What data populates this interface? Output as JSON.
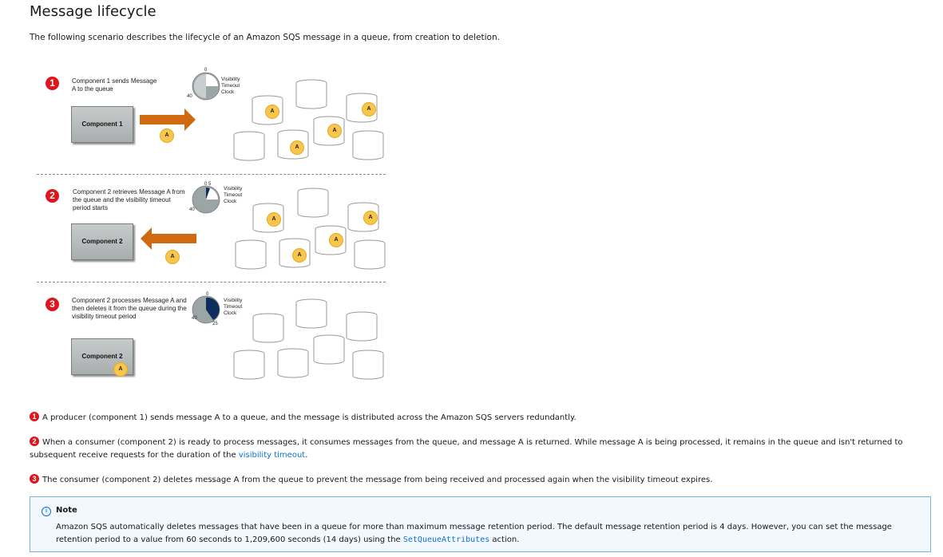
{
  "page": {
    "title": "Message lifecycle",
    "intro": "The following scenario describes the lifecycle of an Amazon SQS message in a queue, from creation to deletion."
  },
  "diagram": {
    "clock_label": "Visibility Timeout Clock",
    "steps": [
      {
        "num": "1",
        "text": "Component 1 sends Message A to the queue",
        "component": "Component 1",
        "arrow": "right",
        "clock": {
          "top": "0",
          "left": "40"
        }
      },
      {
        "num": "2",
        "text": "Component 2 retrieves Message A from the queue and the visibility timeout period starts",
        "component": "Component 2",
        "arrow": "left",
        "clock": {
          "top": "0 5",
          "left": "40"
        }
      },
      {
        "num": "3",
        "text": "Component 2 processes Message A and then deletes it from the queue during the visibility timeout period",
        "component": "Component 2",
        "clock": {
          "top": "0",
          "left": "40",
          "bottom": "25"
        }
      }
    ],
    "message_letter": "A"
  },
  "steps_text": [
    {
      "num": "1",
      "text": "A producer (component 1) sends message A to a queue, and the message is distributed across the Amazon SQS servers redundantly."
    },
    {
      "num": "2",
      "text_before": "When a consumer (component 2) is ready to process messages, it consumes messages from the queue, and message A is returned. While message A is being processed, it remains in the queue and isn't returned to subsequent receive requests for the duration of the ",
      "link": "visibility timeout",
      "text_after": "."
    },
    {
      "num": "3",
      "text": "The consumer (component 2) deletes message A from the queue to prevent the message from being received and processed again when the visibility timeout expires."
    }
  ],
  "note": {
    "title": "Note",
    "text_before": "Amazon SQS automatically deletes messages that have been in a queue for more than maximum message retention period. The default message retention period is 4 days. However, you can set the message retention period to a value from 60 seconds to 1,209,600 seconds (14 days) using the ",
    "code": "SetQueueAttributes",
    "text_after": " action."
  },
  "colors": {
    "badge": "#e1141b",
    "arrow": "#d06a10",
    "link": "#0972d3",
    "message": "#f7c64a",
    "clock_fill": "#9ca5a5",
    "clock_dark": "#0d2e5c"
  }
}
